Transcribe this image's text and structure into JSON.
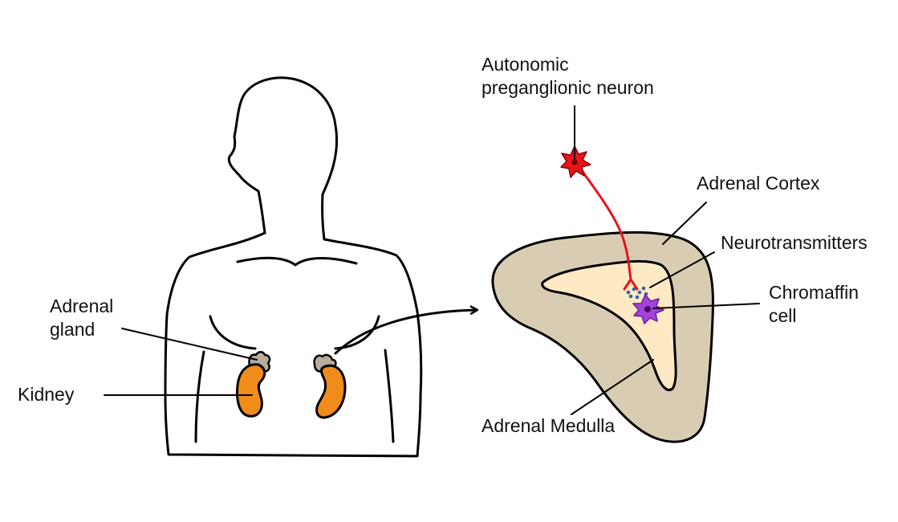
{
  "labels": {
    "adrenal_gland_line1": "Adrenal",
    "adrenal_gland_line2": "gland",
    "kidney": "Kidney",
    "neuron_line1": "Autonomic",
    "neuron_line2": "preganglionic neuron",
    "cortex": "Adrenal Cortex",
    "neurotransmitters": "Neurotransmitters",
    "chromaffin_line1": "Chromaffin",
    "chromaffin_line2": "cell",
    "medulla": "Adrenal Medulla"
  },
  "colors": {
    "kidney": "#f08c1a",
    "adrenal_gland": "#b8ad9a",
    "cortex": "#d8cdb2",
    "medulla": "#fde9c4",
    "neuron": "#e8141a",
    "chromaffin": "#a542d8",
    "neurotransmitter_dots": "#3366aa"
  }
}
